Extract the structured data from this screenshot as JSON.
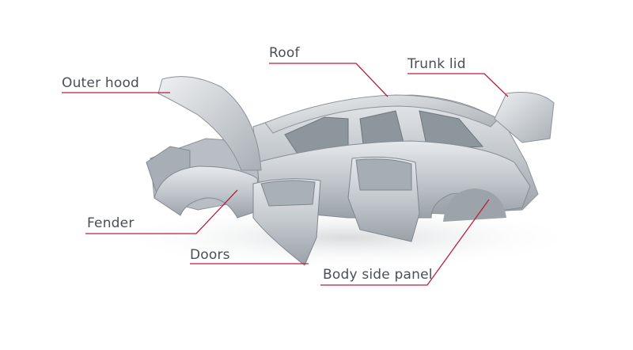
{
  "diagram": {
    "accent_color": "#b5213f",
    "body_color": "#c9ced3",
    "labels": {
      "outer_hood": "Outer hood",
      "roof": "Roof",
      "trunk_lid": "Trunk lid",
      "fender": "Fender",
      "doors": "Doors",
      "body_side_panel": "Body side panel"
    }
  }
}
